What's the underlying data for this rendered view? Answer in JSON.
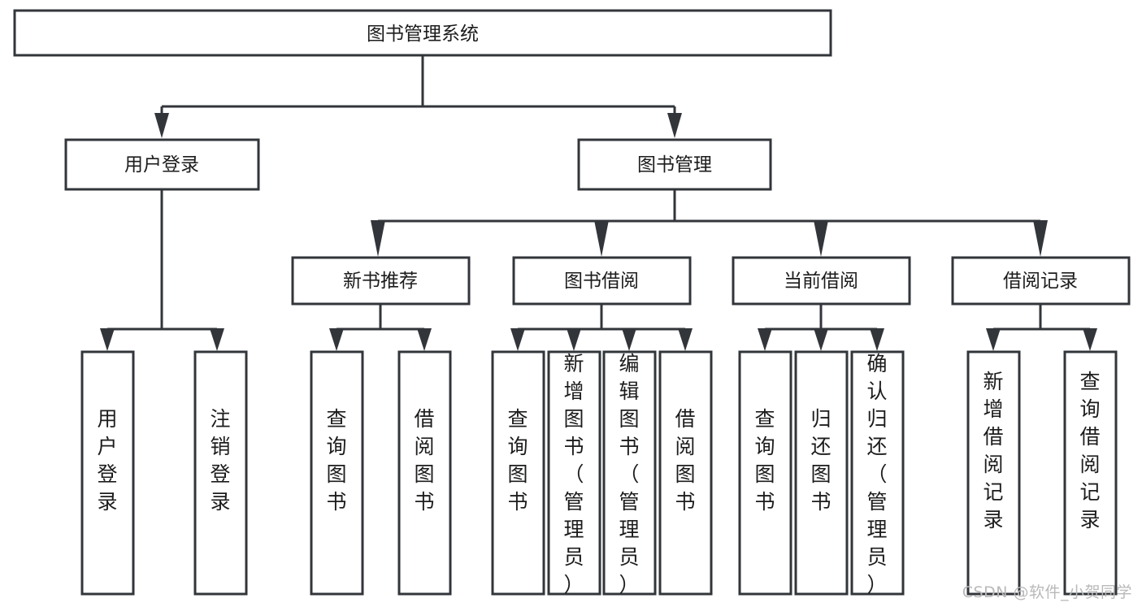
{
  "diagram": {
    "type": "tree",
    "title": "图书管理系统",
    "orientation": "top-down",
    "colors": {
      "stroke": "#32353a",
      "fill": "#ffffff",
      "text": "#1c1c1c",
      "background": "#ffffff",
      "watermark": "#b9b9b9"
    },
    "nodes": {
      "root": {
        "label": "图书管理系统",
        "text_orientation": "horizontal"
      },
      "level2": [
        {
          "id": "user-login",
          "label": "用户登录",
          "text_orientation": "horizontal"
        },
        {
          "id": "book-management",
          "label": "图书管理",
          "text_orientation": "horizontal"
        }
      ],
      "level3": [
        {
          "id": "new-book-recommend",
          "label": "新书推荐",
          "text_orientation": "horizontal"
        },
        {
          "id": "book-borrow",
          "label": "图书借阅",
          "text_orientation": "horizontal"
        },
        {
          "id": "current-borrow",
          "label": "当前借阅",
          "text_orientation": "horizontal"
        },
        {
          "id": "borrow-record",
          "label": "借阅记录",
          "text_orientation": "horizontal"
        }
      ],
      "leaves": [
        {
          "id": "leaf-user-login",
          "label": "用户登录",
          "parent": "user-login",
          "text_orientation": "vertical"
        },
        {
          "id": "leaf-user-logout",
          "label": "注销登录",
          "parent": "user-login",
          "text_orientation": "vertical"
        },
        {
          "id": "leaf-query-book-1",
          "label": "查询图书",
          "parent": "new-book-recommend",
          "text_orientation": "vertical"
        },
        {
          "id": "leaf-borrow-book-1",
          "label": "借阅图书",
          "parent": "new-book-recommend",
          "text_orientation": "vertical"
        },
        {
          "id": "leaf-query-book-2",
          "label": "查询图书",
          "parent": "book-borrow",
          "text_orientation": "vertical"
        },
        {
          "id": "leaf-add-book",
          "label": "新增图书（管理员）",
          "parent": "book-borrow",
          "text_orientation": "vertical"
        },
        {
          "id": "leaf-edit-book",
          "label": "编辑图书（管理员）",
          "parent": "book-borrow",
          "text_orientation": "vertical"
        },
        {
          "id": "leaf-borrow-book-2",
          "label": "借阅图书",
          "parent": "book-borrow",
          "text_orientation": "vertical"
        },
        {
          "id": "leaf-query-book-3",
          "label": "查询图书",
          "parent": "current-borrow",
          "text_orientation": "vertical"
        },
        {
          "id": "leaf-return-book",
          "label": "归还图书",
          "parent": "current-borrow",
          "text_orientation": "vertical"
        },
        {
          "id": "leaf-confirm-return",
          "label": "确认归还（管理员）",
          "parent": "current-borrow",
          "text_orientation": "vertical"
        },
        {
          "id": "leaf-add-record",
          "label": "新增借阅记录",
          "parent": "borrow-record",
          "text_orientation": "vertical"
        },
        {
          "id": "leaf-query-record",
          "label": "查询借阅记录",
          "parent": "borrow-record",
          "text_orientation": "vertical"
        }
      ]
    }
  },
  "watermark": {
    "text": "CSDN @软件_小贺同学"
  }
}
